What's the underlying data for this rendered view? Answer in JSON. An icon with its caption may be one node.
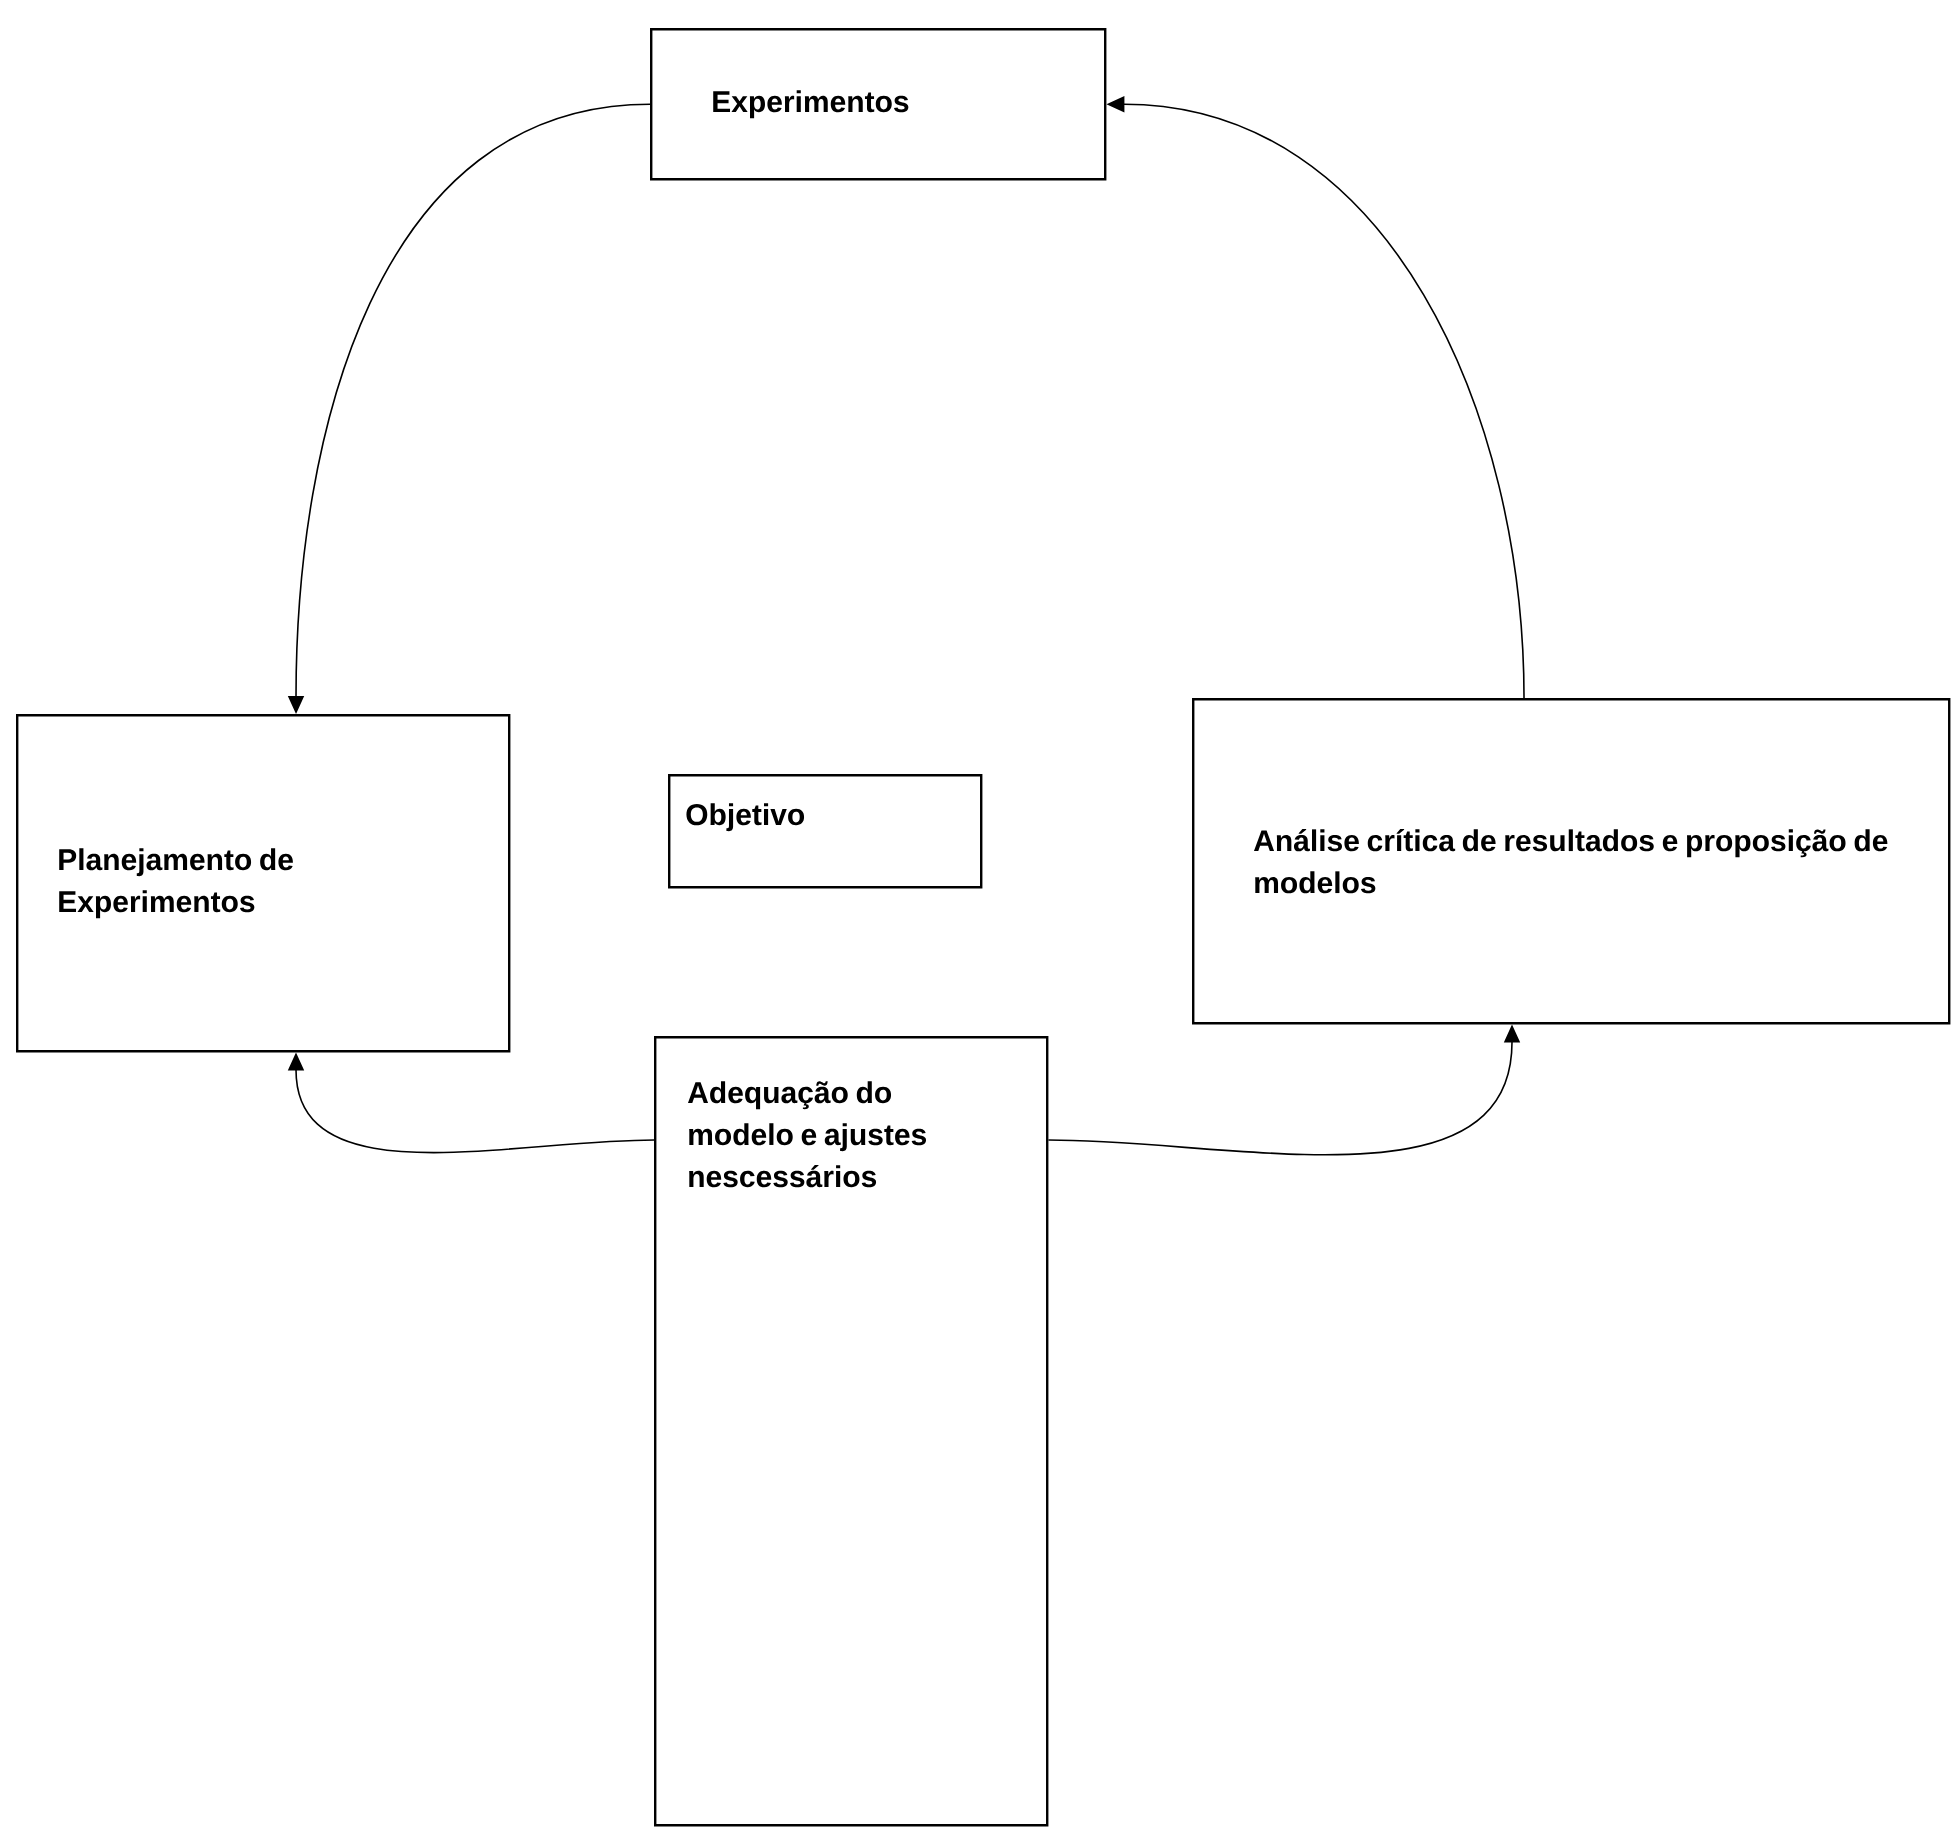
{
  "diagram": {
    "nodes": [
      {
        "text": [
          "Experimentos"
        ]
      },
      {
        "text": [
          "Planejamento de Experimentos"
        ]
      },
      {
        "text": [
          "Objetivo"
        ]
      },
      {
        "text": [
          "Análise crítica de resultados e proposição de modelos"
        ]
      },
      {
        "text": [
          "Adequação do modelo e ajustes nescessários"
        ]
      }
    ],
    "edges": [
      {
        "from": 0,
        "to": 1,
        "arrow": "to"
      },
      {
        "from": 3,
        "to": 0,
        "arrow": "to"
      },
      {
        "from": 4,
        "to": 3,
        "arrow": "to"
      },
      {
        "from": 4,
        "to": 1,
        "arrow": "to"
      }
    ]
  }
}
